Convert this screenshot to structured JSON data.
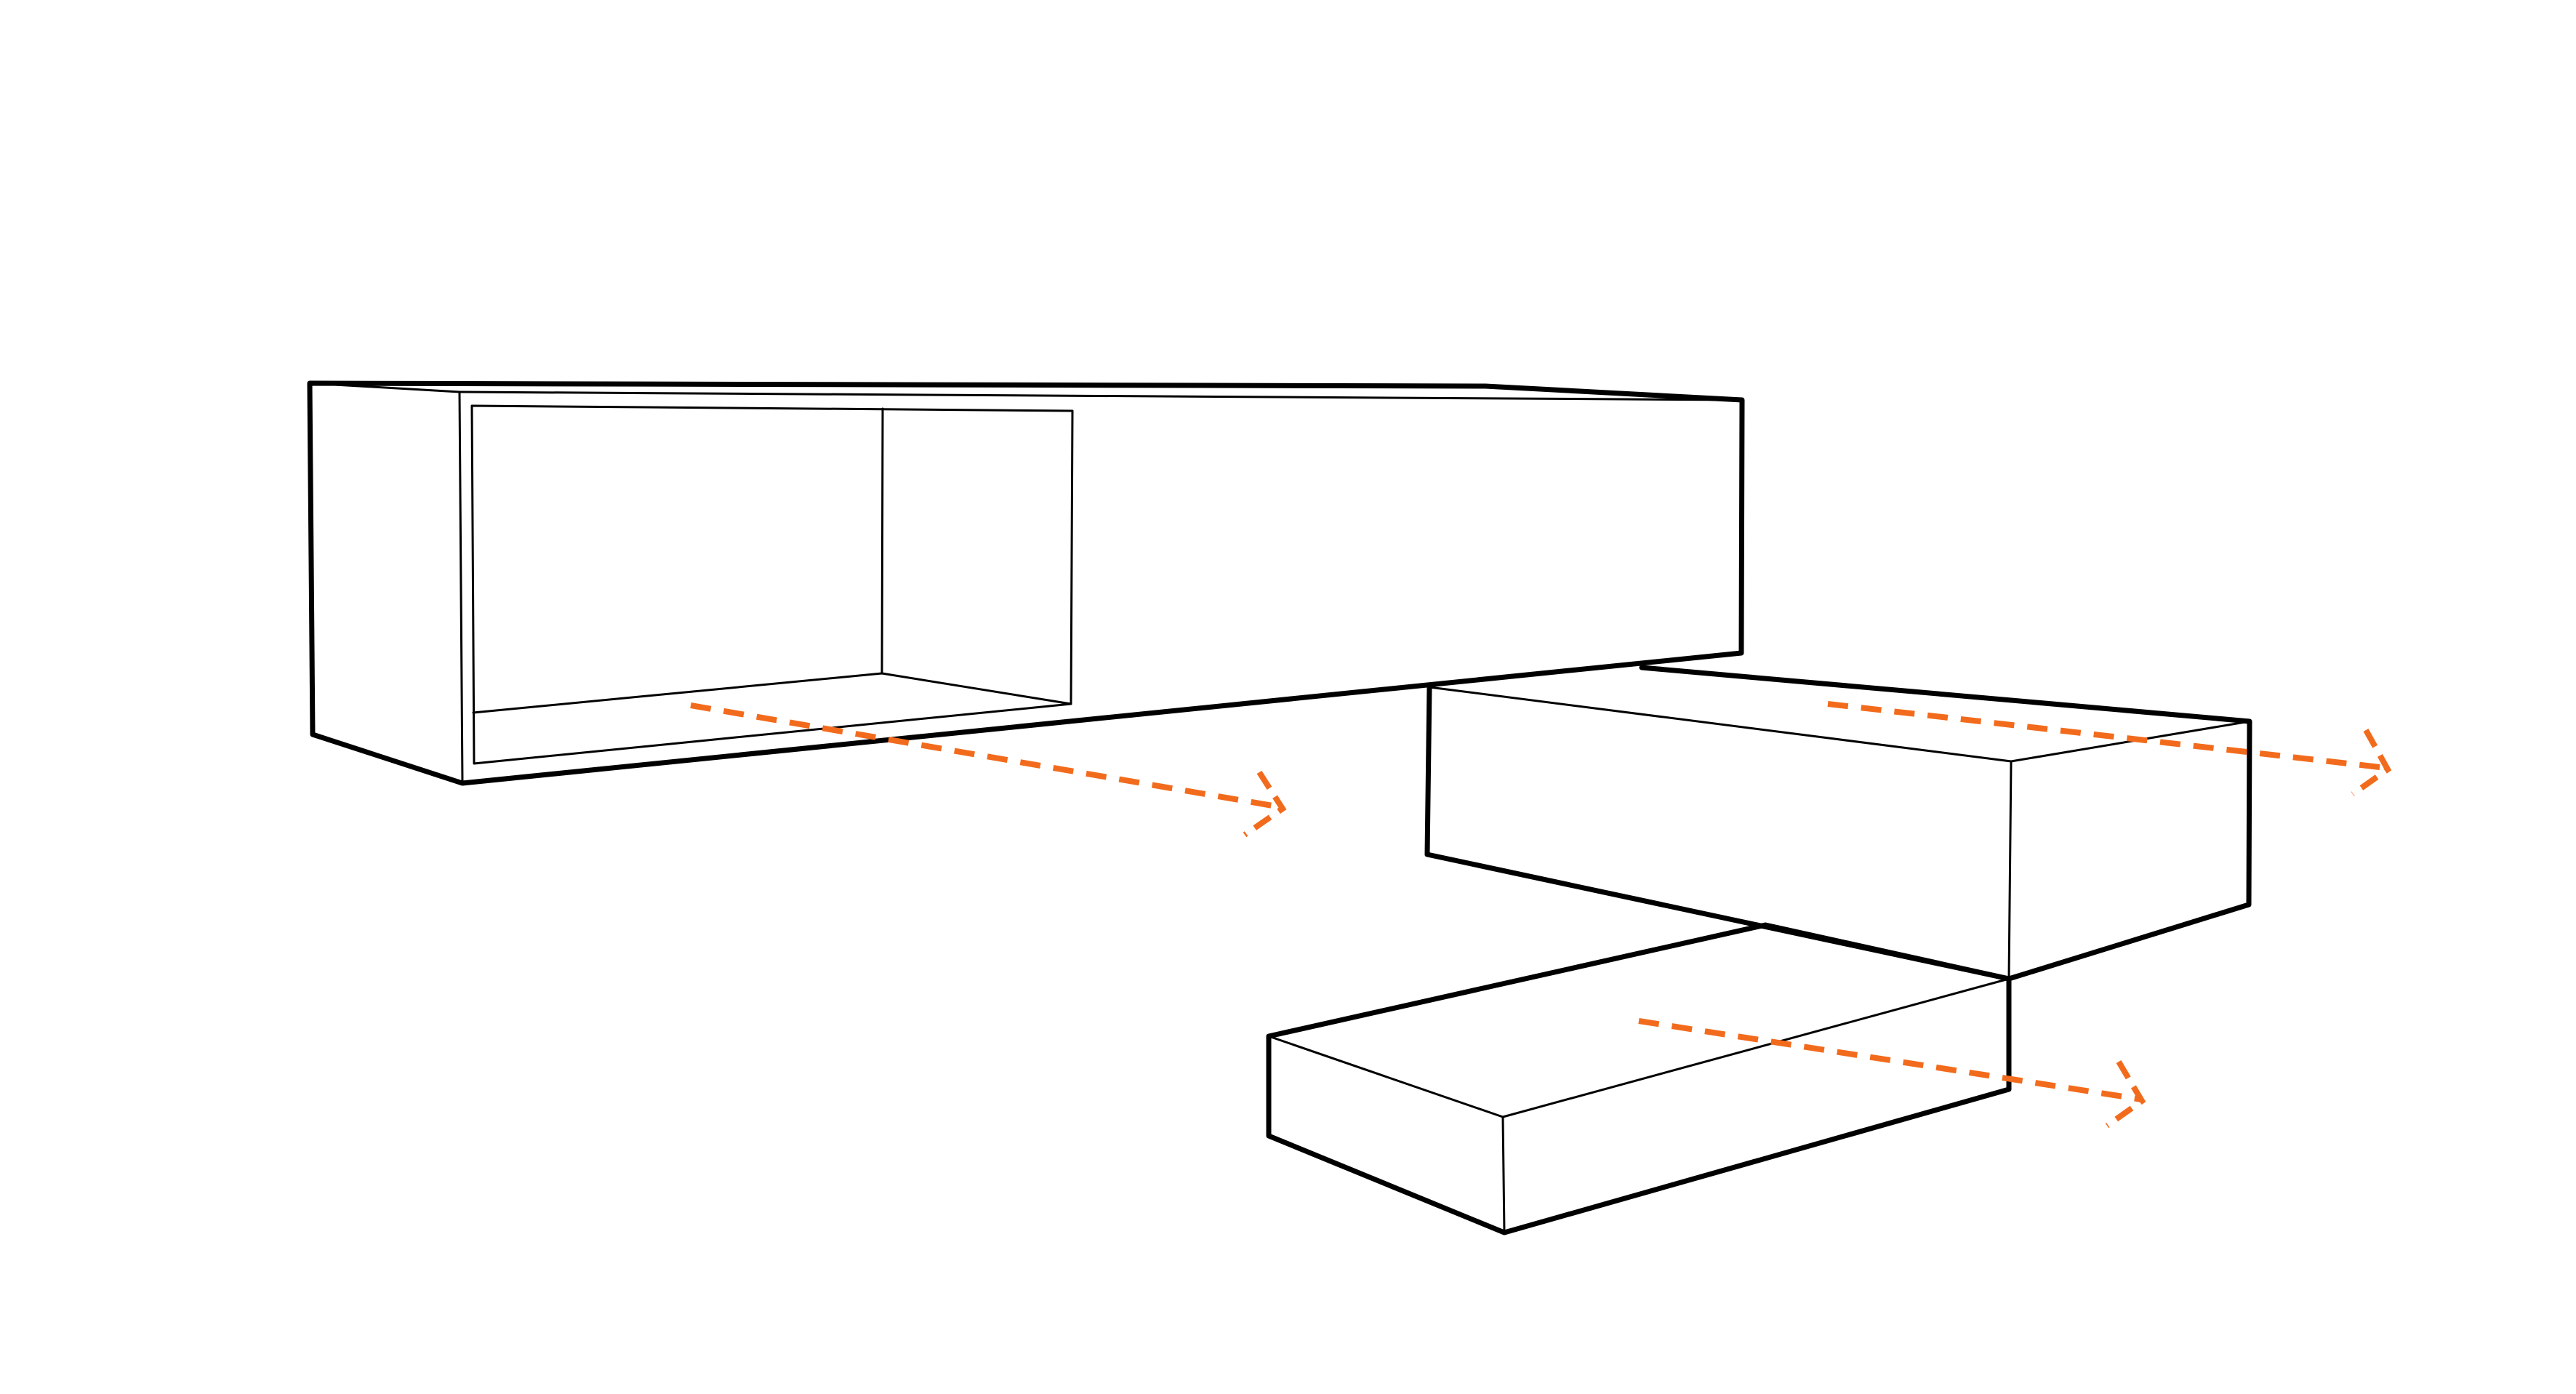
{
  "colors": {
    "background": "#ffffff",
    "outline": "#000000",
    "direction_arrow": "#f26b1d"
  },
  "shapes": [
    {
      "name": "upper-shelf-box",
      "kind": "open-box"
    },
    {
      "name": "middle-block",
      "kind": "solid-box"
    },
    {
      "name": "lower-block",
      "kind": "solid-box"
    }
  ],
  "arrows": [
    {
      "name": "upper-shelf-arrow",
      "style": "dashed"
    },
    {
      "name": "middle-block-arrow",
      "style": "dashed"
    },
    {
      "name": "lower-block-arrow",
      "style": "dashed"
    }
  ]
}
